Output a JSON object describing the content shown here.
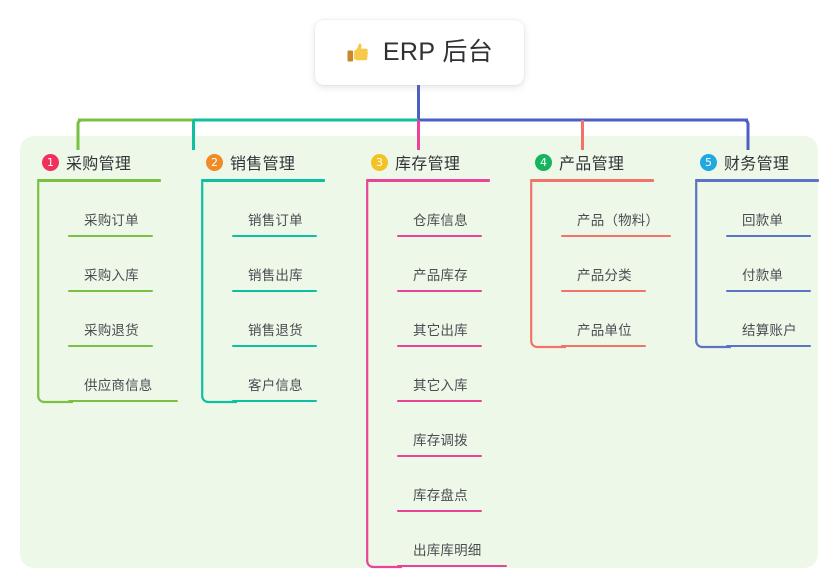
{
  "root": {
    "icon": "thumbs-up-icon",
    "title": "ERP 后台",
    "icon_color": "#f7c948",
    "icon_cuff_color": "#c9892b"
  },
  "panel": {
    "background_color": "#eef8e8"
  },
  "bus": {
    "segments": [
      {
        "name": "green-segment",
        "color": "#7ac143"
      },
      {
        "name": "teal-segment",
        "color": "#0fbfa1"
      },
      {
        "name": "blue-segment",
        "color": "#4e5fc4"
      }
    ],
    "root_drop_color": "#4e5fc4"
  },
  "columns": [
    {
      "index": "1",
      "badge_color": "#f0315c",
      "accent": "#7ac143",
      "title": "采购管理",
      "items": [
        {
          "label": "采购订单"
        },
        {
          "label": "采购入库"
        },
        {
          "label": "采购退货"
        },
        {
          "label": "供应商信息"
        }
      ]
    },
    {
      "index": "2",
      "badge_color": "#f08c28",
      "accent": "#0fbfa1",
      "title": "销售管理",
      "items": [
        {
          "label": "销售订单"
        },
        {
          "label": "销售出库"
        },
        {
          "label": "销售退货"
        },
        {
          "label": "客户信息"
        }
      ]
    },
    {
      "index": "3",
      "badge_color": "#f5c225",
      "accent": "#e8449a",
      "title": "库存管理",
      "items": [
        {
          "label": "仓库信息"
        },
        {
          "label": "产品库存"
        },
        {
          "label": "其它出库"
        },
        {
          "label": "其它入库"
        },
        {
          "label": "库存调拨"
        },
        {
          "label": "库存盘点"
        },
        {
          "label": "出库库明细"
        }
      ]
    },
    {
      "index": "4",
      "badge_color": "#16b45c",
      "accent": "#f2736a",
      "title": "产品管理",
      "items": [
        {
          "label": "产品（物料）"
        },
        {
          "label": "产品分类"
        },
        {
          "label": "产品单位"
        }
      ]
    },
    {
      "index": "5",
      "badge_color": "#21a8e0",
      "accent": "#5b73c4",
      "title": "财务管理",
      "items": [
        {
          "label": "回款单"
        },
        {
          "label": "付款单"
        },
        {
          "label": "结算账户"
        }
      ]
    }
  ]
}
